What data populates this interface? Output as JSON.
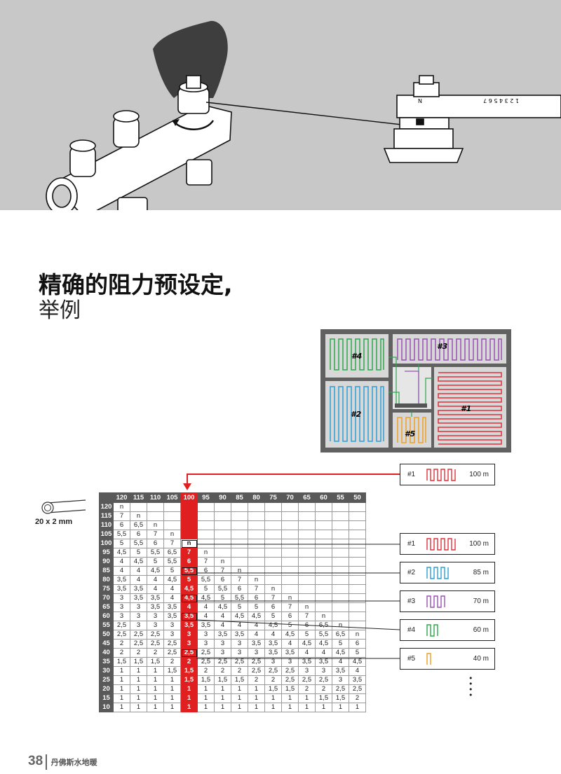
{
  "heading": {
    "line1": "精确的阻力预设定,",
    "line2": "举例"
  },
  "scale_digits": "1 2 3 4 5 6 7",
  "scale_n": "N",
  "floorplan": {
    "rooms": [
      "#4",
      "#3",
      "#2",
      "#1",
      "#5"
    ]
  },
  "pipe": {
    "label": "20 x 2 mm"
  },
  "table": {
    "columns": [
      "120",
      "115",
      "110",
      "105",
      "100",
      "95",
      "90",
      "85",
      "80",
      "75",
      "70",
      "65",
      "60",
      "55",
      "50"
    ],
    "highlight_column": "100",
    "rows": [
      {
        "h": "120",
        "c": [
          "n"
        ]
      },
      {
        "h": "115",
        "c": [
          "7",
          "n"
        ]
      },
      {
        "h": "110",
        "c": [
          "6",
          "6,5",
          "n"
        ]
      },
      {
        "h": "105",
        "c": [
          "5,5",
          "6",
          "7",
          "n"
        ]
      },
      {
        "h": "100",
        "c": [
          "5",
          "5,5",
          "6",
          "7",
          "n"
        ]
      },
      {
        "h": "95",
        "c": [
          "4,5",
          "5",
          "5,5",
          "6,5",
          "7",
          "n"
        ]
      },
      {
        "h": "90",
        "c": [
          "4",
          "4,5",
          "5",
          "5,5",
          "6",
          "7",
          "n"
        ]
      },
      {
        "h": "85",
        "c": [
          "4",
          "4",
          "4,5",
          "5",
          "5,5",
          "6",
          "7",
          "n"
        ]
      },
      {
        "h": "80",
        "c": [
          "3,5",
          "4",
          "4",
          "4,5",
          "5",
          "5,5",
          "6",
          "7",
          "n"
        ]
      },
      {
        "h": "75",
        "c": [
          "3,5",
          "3,5",
          "4",
          "4",
          "4,5",
          "5",
          "5,5",
          "6",
          "7",
          "n"
        ]
      },
      {
        "h": "70",
        "c": [
          "3",
          "3,5",
          "3,5",
          "4",
          "4,5",
          "4,5",
          "5",
          "5,5",
          "6",
          "7",
          "n"
        ]
      },
      {
        "h": "65",
        "c": [
          "3",
          "3",
          "3,5",
          "3,5",
          "4",
          "4",
          "4,5",
          "5",
          "5",
          "6",
          "7",
          "n"
        ]
      },
      {
        "h": "60",
        "c": [
          "3",
          "3",
          "3",
          "3,5",
          "3,5",
          "4",
          "4",
          "4,5",
          "4,5",
          "5",
          "6",
          "7",
          "n"
        ]
      },
      {
        "h": "55",
        "c": [
          "2,5",
          "3",
          "3",
          "3",
          "3,5",
          "3,5",
          "4",
          "4",
          "4",
          "4,5",
          "5",
          "6",
          "6,5",
          "n"
        ]
      },
      {
        "h": "50",
        "c": [
          "2,5",
          "2,5",
          "2,5",
          "3",
          "3",
          "3",
          "3,5",
          "3,5",
          "4",
          "4",
          "4,5",
          "5",
          "5,5",
          "6,5",
          "n"
        ]
      },
      {
        "h": "45",
        "c": [
          "2",
          "2,5",
          "2,5",
          "2,5",
          "3",
          "3",
          "3",
          "3",
          "3,5",
          "3,5",
          "4",
          "4,5",
          "4,5",
          "5",
          "6"
        ]
      },
      {
        "h": "40",
        "c": [
          "2",
          "2",
          "2",
          "2,5",
          "2,5",
          "2,5",
          "3",
          "3",
          "3",
          "3,5",
          "3,5",
          "4",
          "4",
          "4,5",
          "5"
        ]
      },
      {
        "h": "35",
        "c": [
          "1,5",
          "1,5",
          "1,5",
          "2",
          "2",
          "2,5",
          "2,5",
          "2,5",
          "2,5",
          "3",
          "3",
          "3,5",
          "3,5",
          "4",
          "4,5"
        ]
      },
      {
        "h": "30",
        "c": [
          "1",
          "1",
          "1",
          "1,5",
          "1,5",
          "2",
          "2",
          "2",
          "2,5",
          "2,5",
          "2,5",
          "3",
          "3",
          "3,5",
          "4"
        ]
      },
      {
        "h": "25",
        "c": [
          "1",
          "1",
          "1",
          "1",
          "1,5",
          "1,5",
          "1,5",
          "1,5",
          "2",
          "2",
          "2,5",
          "2,5",
          "2,5",
          "3",
          "3,5"
        ]
      },
      {
        "h": "20",
        "c": [
          "1",
          "1",
          "1",
          "1",
          "1",
          "1",
          "1",
          "1",
          "1",
          "1,5",
          "1,5",
          "2",
          "2",
          "2,5",
          "2,5"
        ]
      },
      {
        "h": "15",
        "c": [
          "1",
          "1",
          "1",
          "1",
          "1",
          "1",
          "1",
          "1",
          "1",
          "1",
          "1",
          "1",
          "1,5",
          "1,5",
          "2"
        ]
      },
      {
        "h": "10",
        "c": [
          "1",
          "1",
          "1",
          "1",
          "1",
          "1",
          "1",
          "1",
          "1",
          "1",
          "1",
          "1",
          "1",
          "1",
          "1"
        ]
      }
    ]
  },
  "loops": [
    {
      "id": "#1",
      "length": "100 m",
      "color": "#e0303a"
    },
    {
      "id": "#1",
      "length": "100 m",
      "color": "#e0303a"
    },
    {
      "id": "#2",
      "length": "85 m",
      "color": "#2a9fd6"
    },
    {
      "id": "#3",
      "length": "70 m",
      "color": "#9a4fb5"
    },
    {
      "id": "#4",
      "length": "60 m",
      "color": "#2aa84a"
    },
    {
      "id": "#5",
      "length": "40 m",
      "color": "#f0a020"
    }
  ],
  "footer": {
    "page": "38",
    "brand": "丹佛斯水地暖"
  },
  "colors": {
    "hero_bg": "#c8c8c8",
    "table_header": "#595959",
    "highlight": "#e02020"
  },
  "icons": [
    "hand-icon",
    "manifold-icon",
    "valve-icon",
    "pipe-coil-icon"
  ]
}
